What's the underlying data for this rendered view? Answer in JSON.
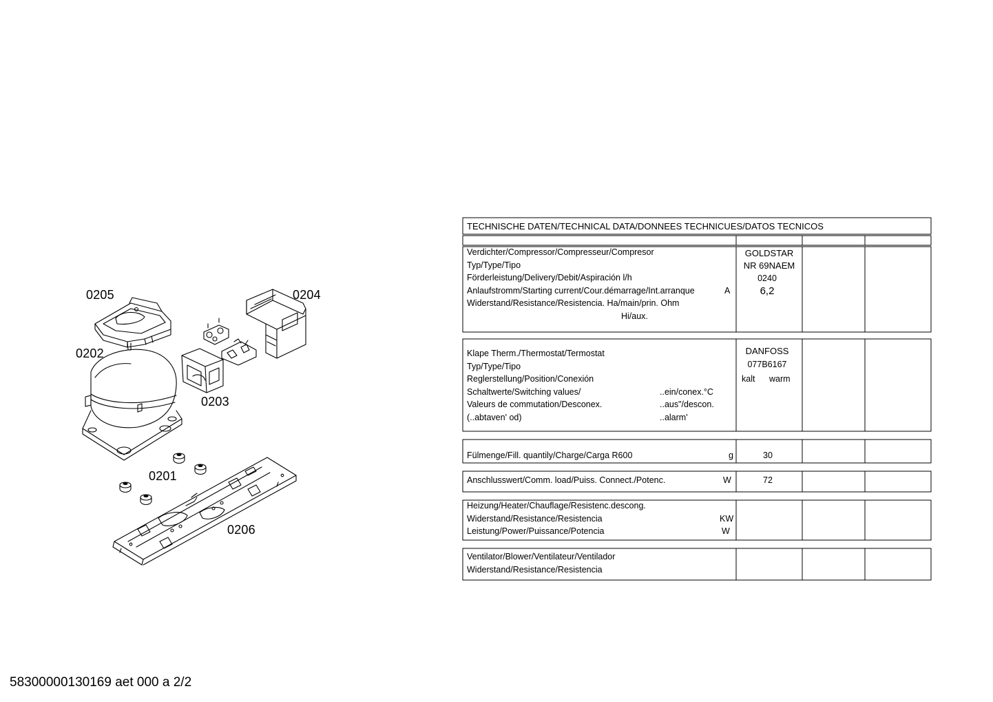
{
  "callouts": {
    "c0205": "0205",
    "c0204": "0204",
    "c0202": "0202",
    "c0203": "0203",
    "c0201": "0201",
    "c0206": "0206"
  },
  "footer": "58300000130169 aet 000 a 2/2",
  "table": {
    "title": "TECHNISCHE DATEN/TECHNICAL DATA/DONNEES TECHNICUES/DATOS TECNICOS",
    "compressor": {
      "labels": [
        "Verdichter/Compressor/Compresseur/Compresor",
        "Typ/Type/Tipo",
        "Förderleistung/Delivery/Debit/Aspiración l/h",
        "Anlaufstromm/Starting current/Cour.démarrage/Int.arranque",
        "Widerstand/Resistance/Resistencia. Ha/main/prin. Ohm",
        "Hi/aux."
      ],
      "unit_a": "A",
      "values": [
        "GOLDSTAR",
        "NR 69NAEM",
        "0240",
        "6,2"
      ]
    },
    "thermostat": {
      "labels": [
        "Klape Therm./Thermostat/Termostat",
        "Typ/Type/Tipo",
        "Reglerstellung/Position/Conexión",
        "Schaltwerte/Switching values/",
        "Valeurs de commutation/Desconex.",
        "(..abtaven' od)"
      ],
      "switch_labels": [
        "..ein/conex.°C",
        "..aus\"/descon.",
        "..alarm'"
      ],
      "values": [
        "DANFOSS",
        "077B6167"
      ],
      "kalt": "kalt",
      "warm": "warm"
    },
    "fill": {
      "label": "Fülmenge/Fill. quantily/Charge/Carga   R600",
      "unit": "g",
      "value": "30"
    },
    "load": {
      "label": "Anschlusswert/Comm. load/Puiss. Connect./Potenc.",
      "unit": "W",
      "value": "72"
    },
    "heater": {
      "labels": [
        "Heizung/Heater/Chauflage/Resistenc.descong.",
        "Widerstand/Resistance/Resistencia",
        "Leistung/Power/Puissance/Potencia"
      ],
      "units": [
        "KW",
        "W"
      ]
    },
    "blower": {
      "labels": [
        "Ventilator/Blower/Ventilateur/Ventilador",
        "Widerstand/Resistance/Resistencia"
      ]
    }
  }
}
